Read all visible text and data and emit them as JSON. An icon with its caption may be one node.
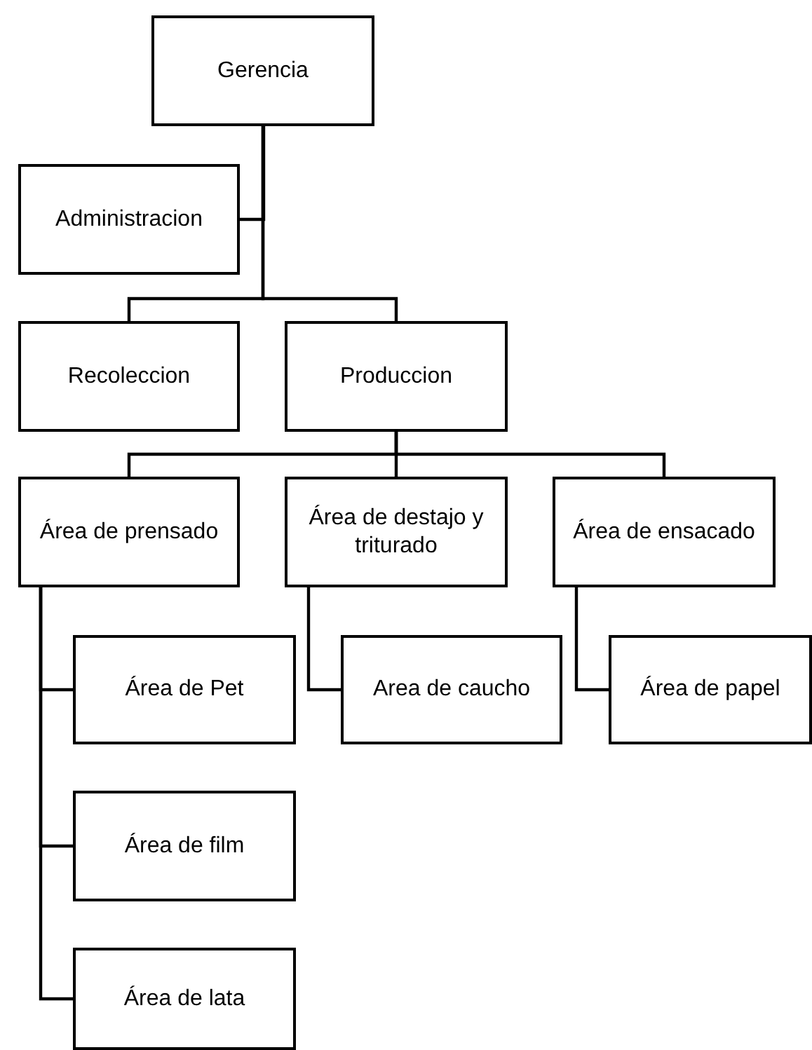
{
  "diagram": {
    "nodes": [
      {
        "text": [
          "Gerencia"
        ]
      },
      {
        "text": [
          "Administracion"
        ]
      },
      {
        "text": [
          "Recoleccion"
        ]
      },
      {
        "text": [
          "Produccion"
        ]
      },
      {
        "text": [
          "Área de prensado"
        ]
      },
      {
        "text": [
          "Área de destajo y triturado"
        ]
      },
      {
        "text": [
          "Área de ensacado"
        ]
      },
      {
        "text": [
          "Área de Pet"
        ]
      },
      {
        "text": [
          "Area de caucho"
        ]
      },
      {
        "text": [
          "Área de papel"
        ]
      },
      {
        "text": [
          "Área de film"
        ]
      },
      {
        "text": [
          "Área de lata"
        ]
      }
    ],
    "edges": [
      {
        "from": 0,
        "to": 1,
        "arrow": "none"
      },
      {
        "from": 0,
        "to": 2,
        "arrow": "none"
      },
      {
        "from": 0,
        "to": 3,
        "arrow": "none"
      },
      {
        "from": 3,
        "to": 4,
        "arrow": "none"
      },
      {
        "from": 3,
        "to": 5,
        "arrow": "none"
      },
      {
        "from": 3,
        "to": 6,
        "arrow": "none"
      },
      {
        "from": 4,
        "to": 7,
        "arrow": "none"
      },
      {
        "from": 4,
        "to": 10,
        "arrow": "none"
      },
      {
        "from": 4,
        "to": 11,
        "arrow": "none"
      },
      {
        "from": 5,
        "to": 8,
        "arrow": "none"
      },
      {
        "from": 6,
        "to": 9,
        "arrow": "none"
      }
    ]
  }
}
